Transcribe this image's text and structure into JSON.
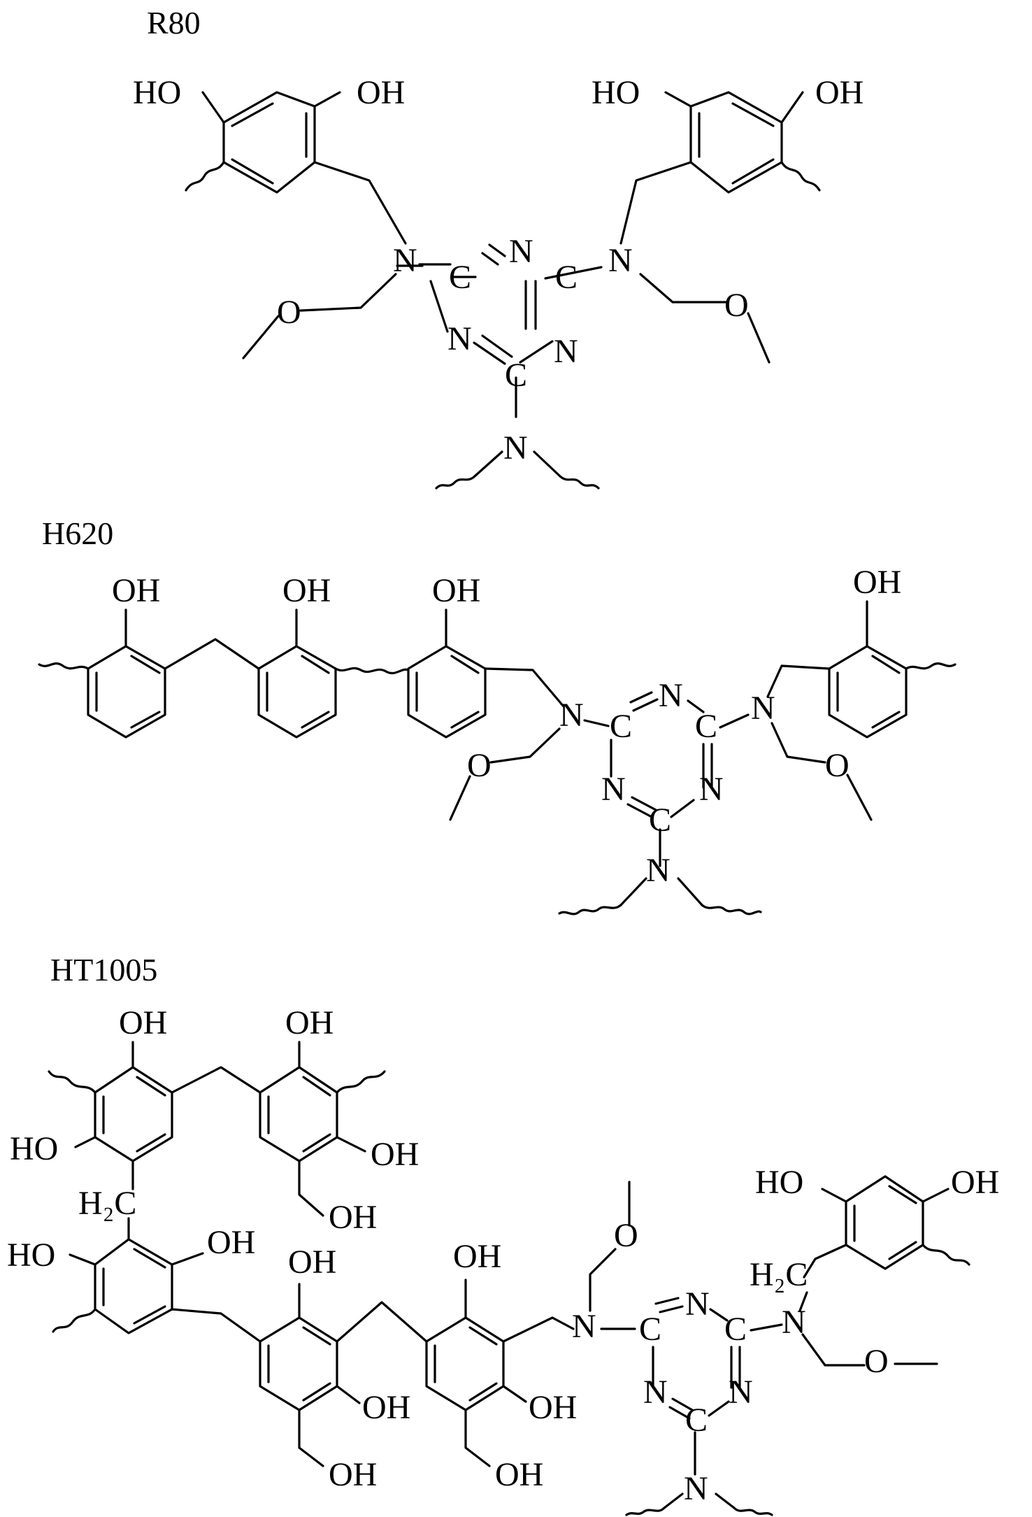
{
  "figure": {
    "structures": [
      {
        "id": "r80",
        "name": "R80",
        "atoms": {
          "ho_left": "HO",
          "oh_left": "OH",
          "ho_right": "HO",
          "oh_right": "OH",
          "n_left": "N",
          "n_right": "N",
          "n_bottom": "N",
          "triazine_c1": "C",
          "triazine_c2": "C",
          "triazine_c3": "C",
          "triazine_n1": "N",
          "triazine_n2": "N",
          "triazine_n3": "N",
          "o_left": "O",
          "o_right": "O"
        }
      },
      {
        "id": "h620",
        "name": "H620",
        "atoms": {
          "oh_1": "OH",
          "oh_2": "OH",
          "oh_3": "OH",
          "oh_4": "OH",
          "n_left": "N",
          "n_right": "N",
          "n_bottom": "N",
          "triazine_c1": "C",
          "triazine_c2": "C",
          "triazine_c3": "C",
          "triazine_n1": "N",
          "triazine_n2": "N",
          "triazine_n3": "N",
          "o_left": "O",
          "o_right": "O"
        }
      },
      {
        "id": "ht1005",
        "name": "HT1005",
        "atoms": {
          "oh_top_left": "OH",
          "oh_top_right": "OH",
          "ho_mid_left": "HO",
          "oh_mid_right": "OH",
          "ch2oh_upper": "OH",
          "h2c_label": "H₂C",
          "ho_low_left": "HO",
          "oh_low_a": "OH",
          "oh_low_b": "OH",
          "oh_low_c": "OH",
          "oh_ring_b_bottom": "OH",
          "oh_ring_c_bottom": "OH",
          "ch2oh_b": "OH",
          "ch2oh_c": "OH",
          "n_left": "N",
          "n_right": "N",
          "n_bottom": "N",
          "triazine_c1": "C",
          "triazine_c2": "C",
          "triazine_c3": "C",
          "triazine_n1": "N",
          "triazine_n2": "N",
          "triazine_n3": "N",
          "o_top": "O",
          "o_right": "O",
          "h2c_right": "H₂C",
          "ho_far_right": "HO",
          "oh_far_right": "OH"
        }
      }
    ]
  }
}
